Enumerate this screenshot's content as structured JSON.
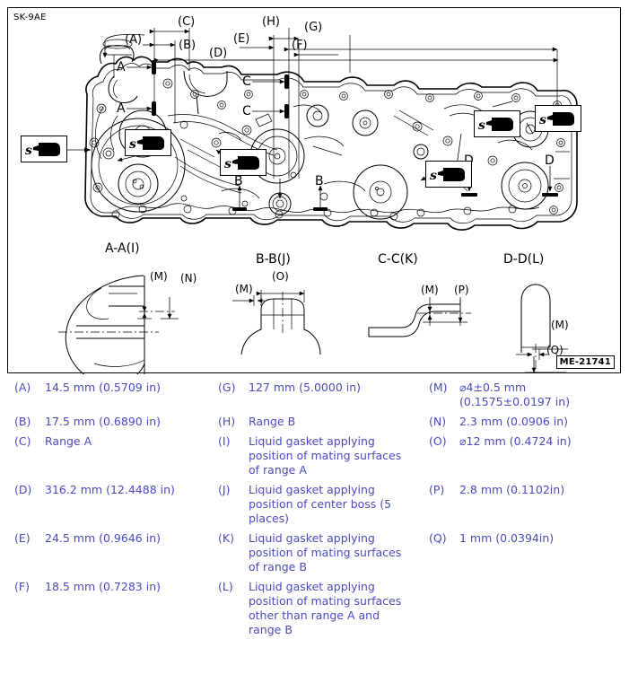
{
  "figure": {
    "sheet_code": "SK-9AE",
    "figure_id": "ME-21741",
    "drawing_subject": "engine chain cover liquid gasket application"
  },
  "diagram_labels": {
    "dimension_a": "(A)",
    "dimension_b": "(B)",
    "dimension_c": "(C)",
    "dimension_d": "(D)",
    "dimension_e": "(E)",
    "dimension_f": "(F)",
    "dimension_g": "(G)",
    "dimension_h": "(H)",
    "section_a_upper": "A",
    "section_a_lower": "A",
    "section_c_upper": "C",
    "section_c_lower": "C",
    "section_b_left": "B",
    "section_b_right": "B",
    "section_d_left": "D",
    "section_d_right": "D"
  },
  "section_views": [
    {
      "title": "A-A(I)",
      "callouts": [
        "(M)",
        "(N)"
      ]
    },
    {
      "title": "B-B(J)",
      "callouts": [
        "(M)",
        "(O)"
      ]
    },
    {
      "title": "C-C(K)",
      "callouts": [
        "(M)",
        "(P)"
      ]
    },
    {
      "title": "D-D(L)",
      "callouts": [
        "(M)",
        "(Q)"
      ]
    }
  ],
  "view_titles": {
    "a_a": "A-A(I)",
    "b_b": "B-B(J)",
    "c_c": "C-C(K)",
    "d_d": "D-D(L)"
  },
  "view_a_dims": {
    "m": "(M)",
    "n": "(N)"
  },
  "view_b_dims": {
    "m": "(M)",
    "o": "(O)"
  },
  "view_c_dims": {
    "m": "(M)",
    "p": "(P)"
  },
  "view_d_dims": {
    "m": "(M)",
    "q": "(Q)"
  },
  "gasket_callouts": {
    "icon": "liquid-gasket-tube-icon",
    "count": 6
  },
  "legend": {
    "rows": [
      {
        "c1": {
          "key": "(A)",
          "text": "14.5 mm (0.5709  in)"
        },
        "c2": {
          "key": "(G)",
          "text": "127 mm (5.0000  in)"
        },
        "c3": {
          "key": "(M)",
          "text": "⌀4±0.5 mm\n(0.1575±0.0197  in)"
        }
      },
      {
        "c1": {
          "key": "(B)",
          "text": "17.5 mm (0.6890  in)"
        },
        "c2": {
          "key": "(H)",
          "text": "Range B"
        },
        "c3": {
          "key": "(N)",
          "text": "2.3 mm (0.0906  in)"
        }
      },
      {
        "c1": {
          "key": "(C)",
          "text": "Range A"
        },
        "c2": {
          "key": "(I)",
          "text": "Liquid gasket applying position of mating surfaces of range A"
        },
        "c3": {
          "key": "(O)",
          "text": "⌀12 mm (0.4724  in)"
        }
      },
      {
        "c1": {
          "key": "(D)",
          "text": "316.2 mm (12.4488  in)"
        },
        "c2": {
          "key": "(J)",
          "text": "Liquid gasket applying position of center boss (5 places)"
        },
        "c3": {
          "key": "(P)",
          "text": "2.8 mm (0.1102in)"
        }
      },
      {
        "c1": {
          "key": "(E)",
          "text": "24.5 mm (0.9646  in)"
        },
        "c2": {
          "key": "(K)",
          "text": "Liquid gasket applying position of mating surfaces of range B"
        },
        "c3": {
          "key": "(Q)",
          "text": "1 mm (0.0394in)"
        }
      },
      {
        "c1": {
          "key": "(F)",
          "text": "18.5 mm (0.7283  in)"
        },
        "c2": {
          "key": "(L)",
          "text": "Liquid gasket applying position of mating surfaces other than range A and range B"
        },
        "c3": {
          "key": "",
          "text": ""
        }
      }
    ]
  }
}
